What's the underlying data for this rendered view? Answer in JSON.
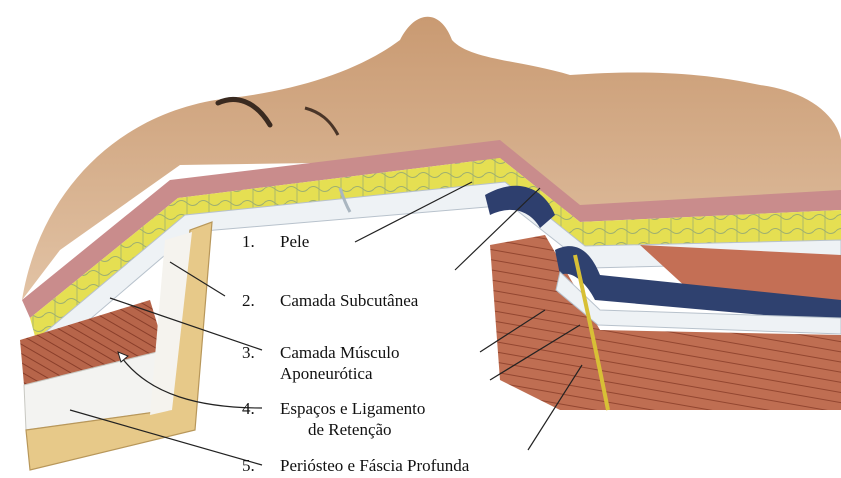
{
  "labels": [
    {
      "number": "1.",
      "lines": [
        "Pele"
      ]
    },
    {
      "number": "2.",
      "lines": [
        "Camada Subcutânea"
      ]
    },
    {
      "number": "3.",
      "lines": [
        "Camada Músculo",
        "Aponeurótica"
      ]
    },
    {
      "number": "4.",
      "lines": [
        "Espaços e Ligamento",
        "de Retenção"
      ]
    },
    {
      "number": "5.",
      "lines": [
        "Perióstеo e Fáscia Profunda"
      ]
    }
  ],
  "layer_colors": {
    "skin": "#d8b18f",
    "dermis": "#c98c8c",
    "subcutaneous_fat": "#e6e04a",
    "muscle": "#b5644a",
    "fascia": "#e9eef2",
    "bone": "#e7c989",
    "deep_vessel": "#2e3f6e"
  }
}
